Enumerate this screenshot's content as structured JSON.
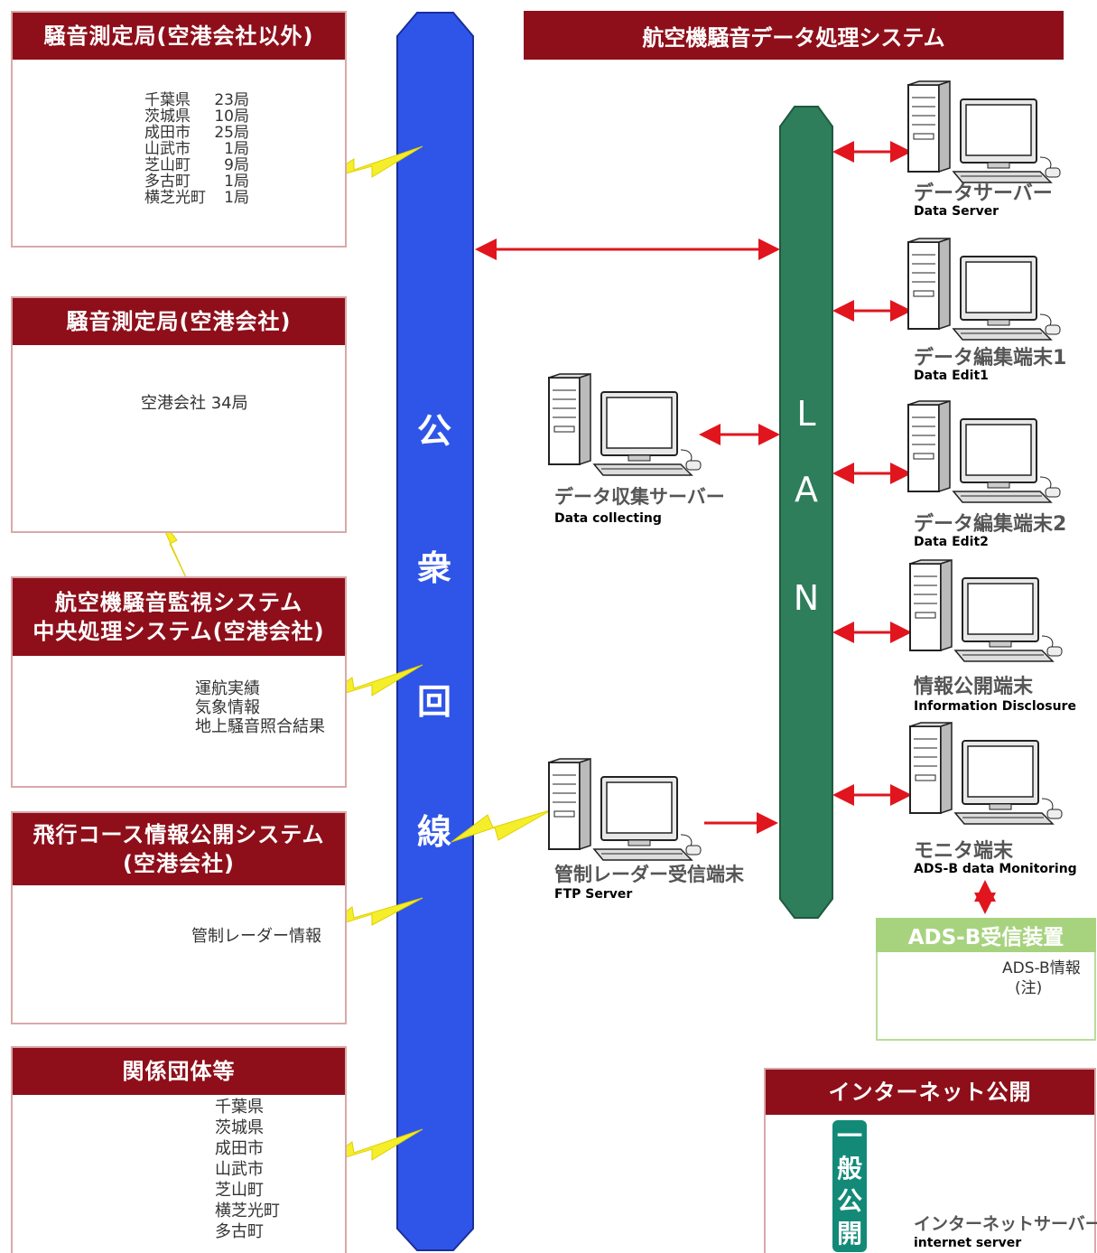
{
  "header": {
    "title": "航空機騒音データ処理システム"
  },
  "bus": {
    "public_line_chars": [
      "公",
      "衆",
      "回",
      "線"
    ],
    "lan_chars": [
      "L",
      "A",
      "N"
    ]
  },
  "panels": {
    "noise_other": {
      "title": "騒音測定局(空港会社以外)",
      "stations": [
        {
          "name": "千葉県",
          "count": "23局"
        },
        {
          "name": "茨城県",
          "count": "10局"
        },
        {
          "name": "成田市",
          "count": "25局"
        },
        {
          "name": "山武市",
          "count": "1局"
        },
        {
          "name": "芝山町",
          "count": "9局"
        },
        {
          "name": "多古町",
          "count": "1局"
        },
        {
          "name": "横芝光町",
          "count": "1局"
        }
      ]
    },
    "noise_airport": {
      "title": "騒音測定局(空港会社)",
      "text": "空港会社 34局"
    },
    "monitor_system": {
      "title_line1": "航空機騒音監視システム",
      "title_line2": "中央処理システム(空港会社)",
      "lines": [
        "運航実績",
        "気象情報",
        "地上騒音照合結果"
      ]
    },
    "flight_course": {
      "title_line1": "飛行コース情報公開システム",
      "title_line2": "(空港会社)",
      "text": "管制レーダー情報"
    },
    "orgs": {
      "title": "関係団体等",
      "lines": [
        "千葉県",
        "茨城県",
        "成田市",
        "山武市",
        "芝山町",
        "横芝光町",
        "多古町"
      ]
    }
  },
  "nodes": {
    "data_server": {
      "jp": "データサーバー",
      "en": "Data Server"
    },
    "edit1": {
      "jp": "データ編集端末1",
      "en": "Data Edit1"
    },
    "edit2": {
      "jp": "データ編集端末2",
      "en": "Data Edit2"
    },
    "info": {
      "jp": "情報公開端末",
      "en": "Information Disclosure"
    },
    "monitor": {
      "jp": "モニタ端末",
      "en": "ADS-B data Monitoring"
    },
    "collecting": {
      "jp": "データ収集サーバー",
      "en": "Data collecting"
    },
    "ftp": {
      "jp": "管制レーダー受信端末",
      "en": "FTP Server"
    }
  },
  "ads_b": {
    "title": "ADS-B受信装置",
    "info": "ADS-B情報",
    "note": "(注)"
  },
  "internet": {
    "title": "インターネット公開",
    "badge": [
      "一",
      "般",
      "公",
      "開"
    ],
    "server_jp": "インターネットサーバー",
    "server_en": "internet server"
  },
  "colors": {
    "banner_red": "#8e0f1a",
    "bus_blue": "#2f55e8",
    "lan_green": "#2e7d5b",
    "arrow_red": "#e0151e",
    "bolt_yellow": "#f5ee2a",
    "ads_green": "#a7d37f"
  }
}
